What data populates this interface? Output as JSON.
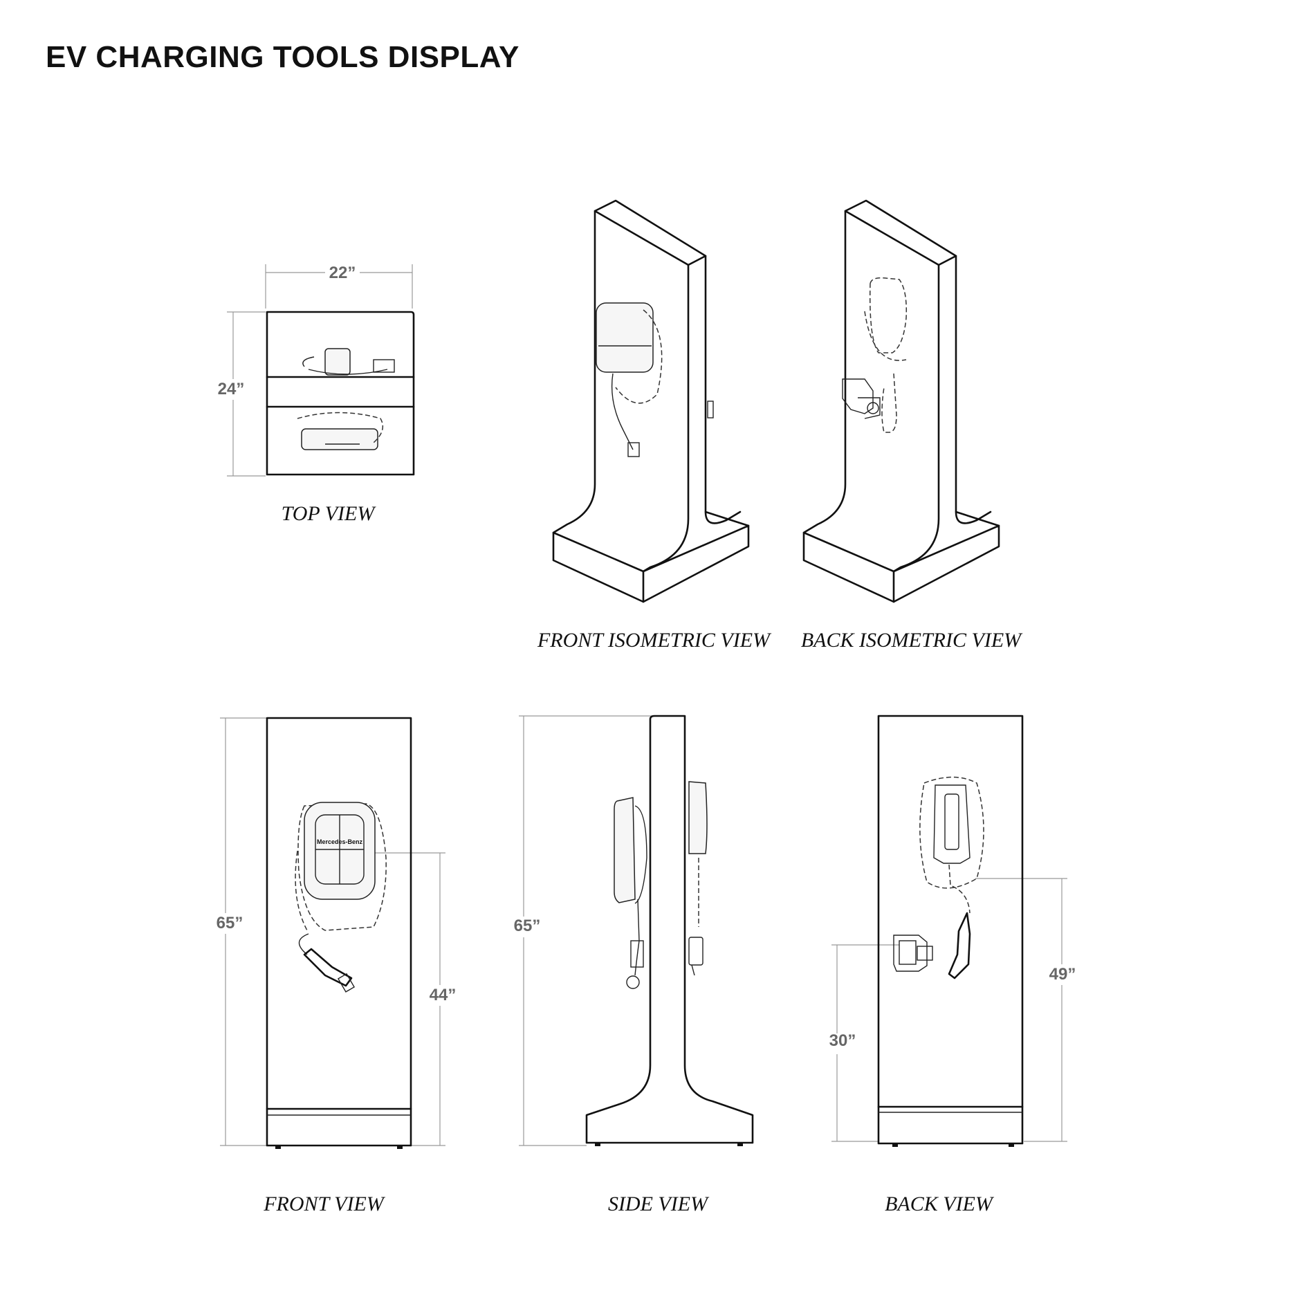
{
  "title": "EV CHARGING TOOLS DISPLAY",
  "views": {
    "top": {
      "caption": "TOP VIEW",
      "width_label": "22”",
      "depth_label": "24”"
    },
    "front_iso": {
      "caption": "FRONT ISOMETRIC VIEW"
    },
    "back_iso": {
      "caption": "BACK ISOMETRIC VIEW"
    },
    "front": {
      "caption": "FRONT VIEW",
      "height_label": "65”",
      "charger_height_label": "44”"
    },
    "side": {
      "caption": "SIDE VIEW",
      "height_label": "65”"
    },
    "back": {
      "caption": "BACK VIEW",
      "charger_height_label": "49”",
      "connector_height_label": "30”"
    }
  },
  "device_logo": "Mercedes-Benz"
}
